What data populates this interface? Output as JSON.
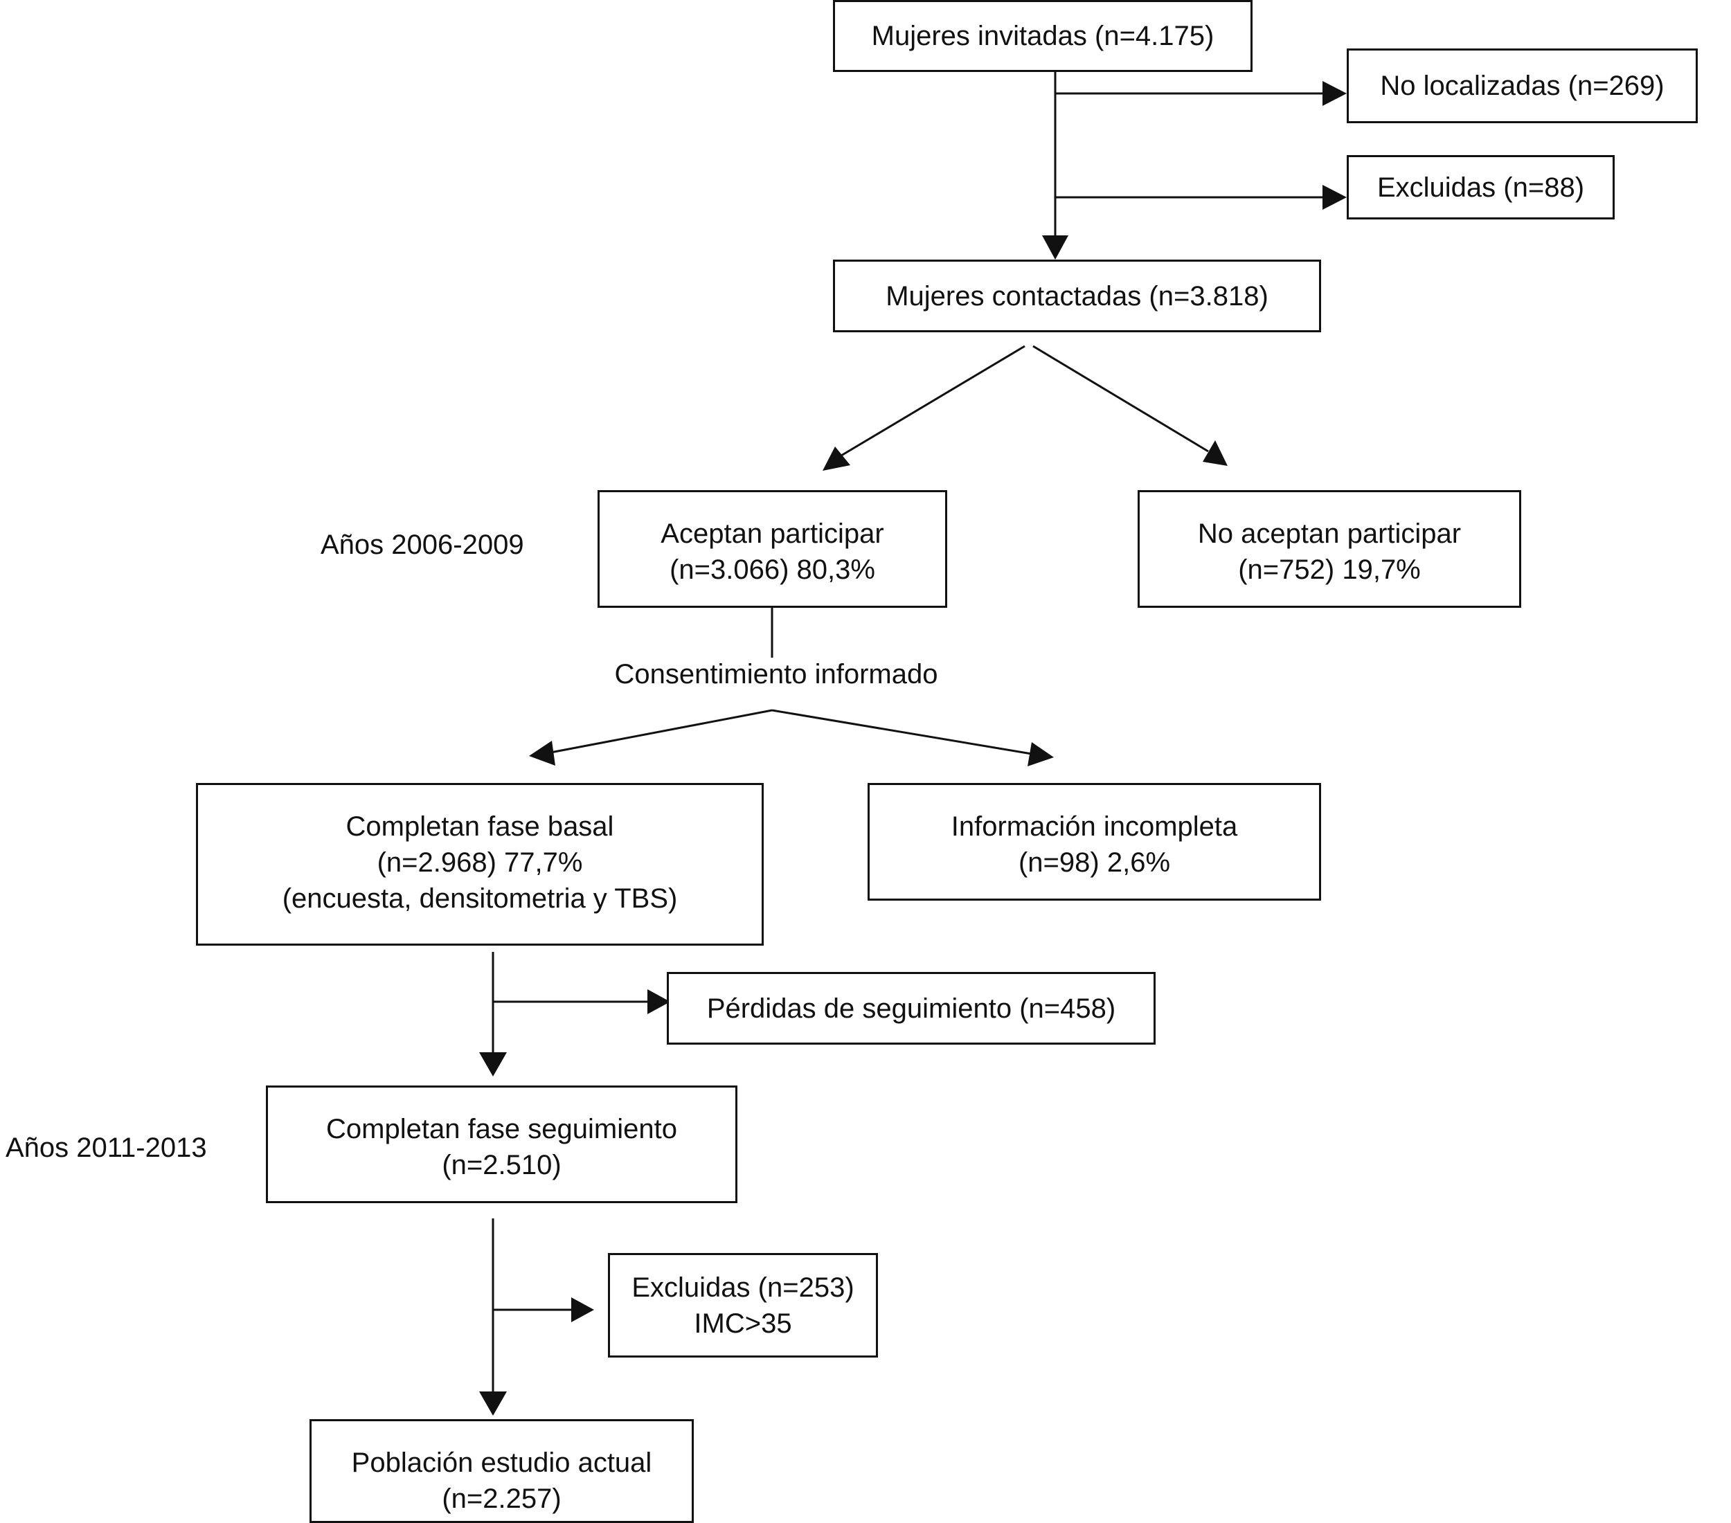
{
  "flowchart": {
    "invited": "Mujeres invitadas (n=4.175)",
    "not_located": "No localizadas (n=269)",
    "excluded_1": "Excluidas (n=88)",
    "contacted": "Mujeres contactadas (n=3.818)",
    "accept": [
      "Aceptan participar",
      "(n=3.066) 80,3%"
    ],
    "decline": [
      "No aceptan participar",
      "(n=752) 19,7%"
    ],
    "period_1": "Años 2006-2009",
    "consent": "Consentimiento informado",
    "baseline": [
      "Completan fase basal",
      "(n=2.968) 77,7%",
      "(encuesta, densitometria y TBS)"
    ],
    "incomplete": [
      "Información incompleta",
      "(n=98) 2,6%"
    ],
    "lost": "Pérdidas de seguimiento (n=458)",
    "followup": [
      "Completan fase seguimiento",
      "(n=2.510)"
    ],
    "period_2": "Años 2011-2013",
    "excluded_2": [
      "Excluidas (n=253)",
      "IMC>35"
    ],
    "final": [
      "Población estudio actual",
      "(n=2.257)"
    ]
  }
}
